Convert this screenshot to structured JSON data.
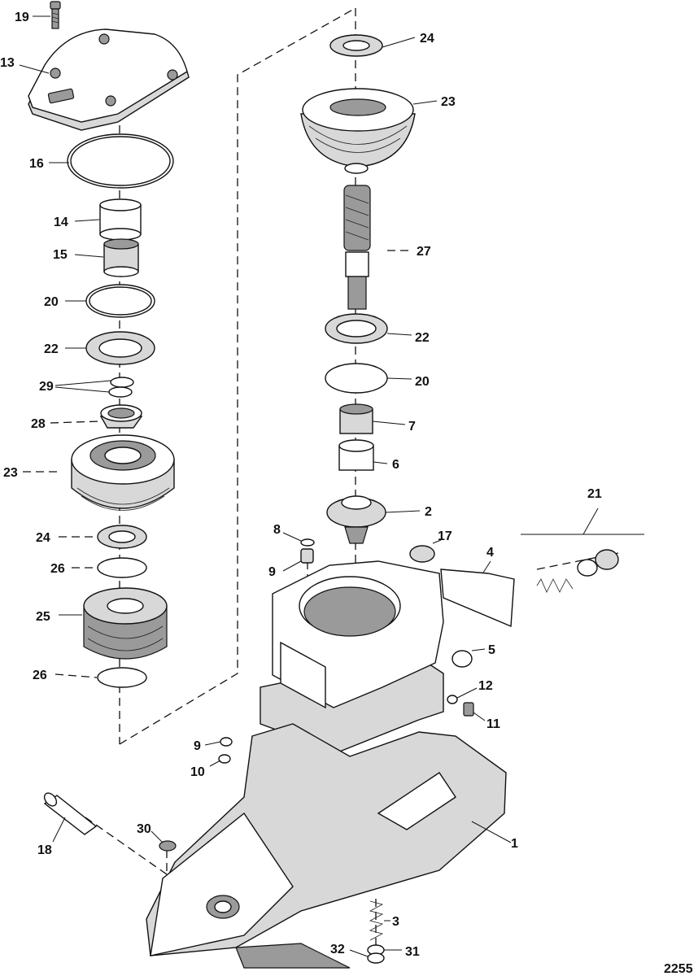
{
  "diagram": {
    "figure_number": "2255",
    "labels": {
      "p1": "1",
      "p2": "2",
      "p3": "3",
      "p4": "4",
      "p5": "5",
      "p6": "6",
      "p7": "7",
      "p8": "8",
      "p9a": "9",
      "p9b": "9",
      "p10": "10",
      "p11": "11",
      "p12": "12",
      "p13": "13",
      "p14": "14",
      "p15": "15",
      "p16": "16",
      "p17": "17",
      "p18": "18",
      "p19": "19",
      "p20a": "20",
      "p20b": "20",
      "p21": "21",
      "p22a": "22",
      "p22b": "22",
      "p23a": "23",
      "p23b": "23",
      "p24a": "24",
      "p24b": "24",
      "p25": "25",
      "p26a": "26",
      "p26b": "26",
      "p27": "27",
      "p28": "28",
      "p29": "29",
      "p30": "30",
      "p31": "31",
      "p32": "32"
    }
  }
}
